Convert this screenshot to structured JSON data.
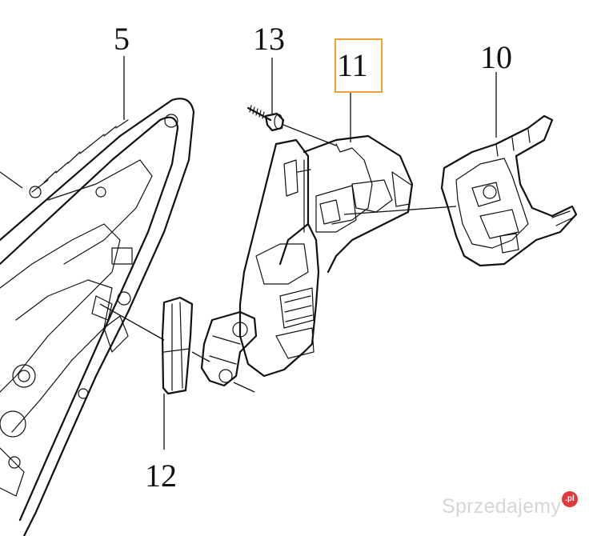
{
  "diagram": {
    "callouts": [
      {
        "id": "5",
        "label": "5"
      },
      {
        "id": "13",
        "label": "13"
      },
      {
        "id": "11",
        "label": "11",
        "highlighted": true
      },
      {
        "id": "10",
        "label": "10"
      },
      {
        "id": "12",
        "label": "12"
      }
    ],
    "highlight_color": "#f0a030"
  },
  "watermark": {
    "text": "Sprzedajemy",
    "badge": ".pl"
  }
}
